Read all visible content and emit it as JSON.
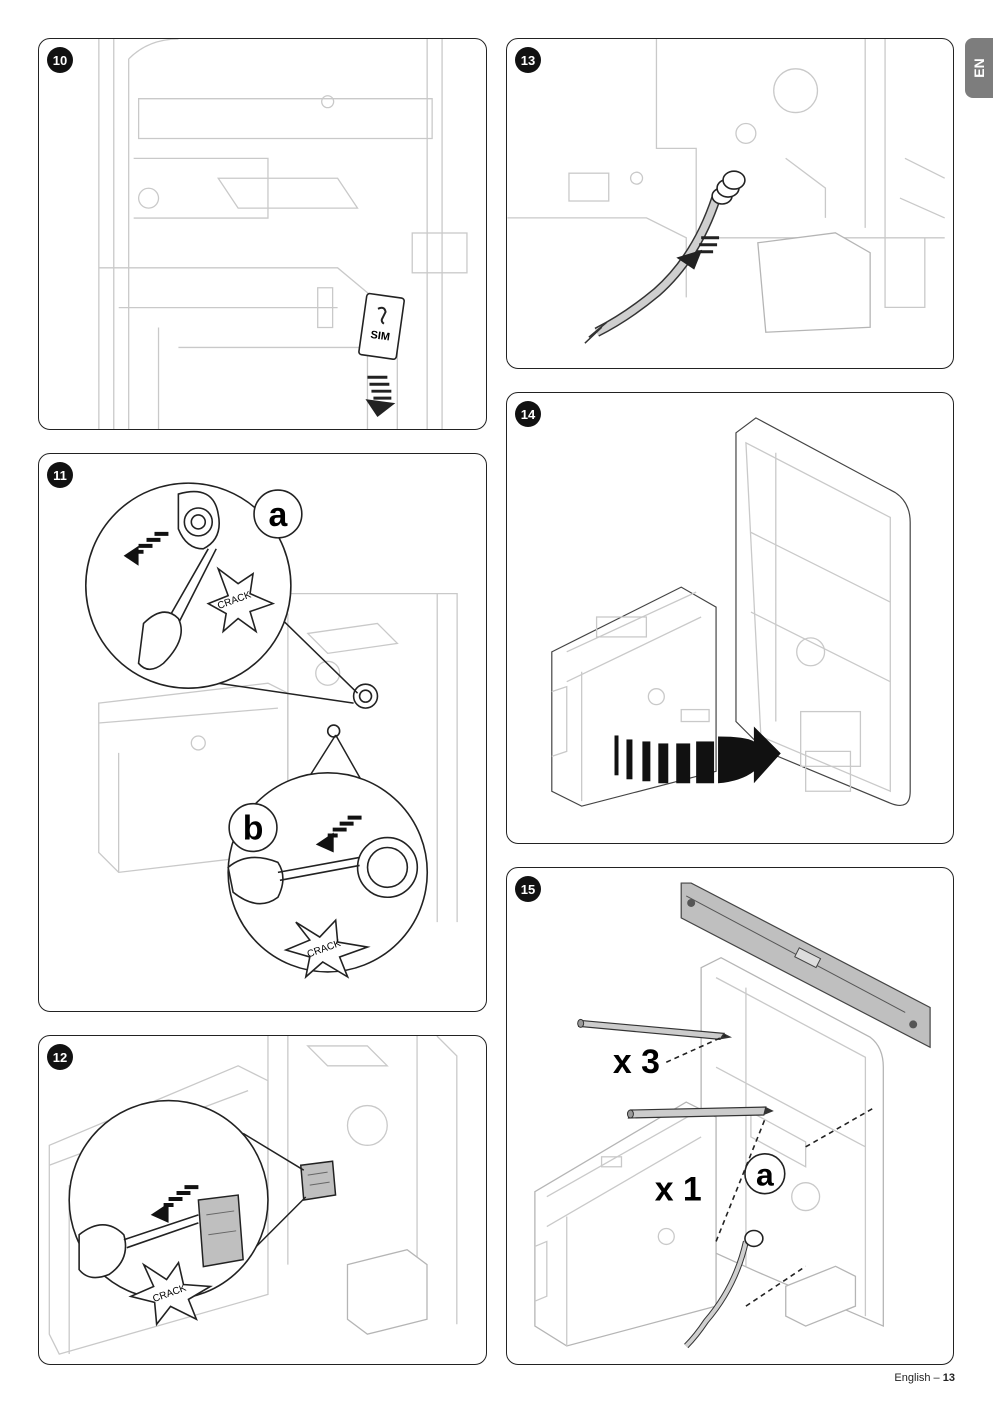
{
  "language_tab": "EN",
  "steps": [
    {
      "number": "10",
      "labels": [
        "SIM"
      ]
    },
    {
      "number": "11",
      "labels": [
        "a",
        "b",
        "CRACK",
        "CRACK"
      ]
    },
    {
      "number": "12",
      "labels": [
        "CRACK"
      ]
    },
    {
      "number": "13",
      "labels": []
    },
    {
      "number": "14",
      "labels": []
    },
    {
      "number": "15",
      "labels": [
        "x 3",
        "x 1",
        "a"
      ]
    }
  ],
  "footer": {
    "language": "English –",
    "page": "13"
  }
}
